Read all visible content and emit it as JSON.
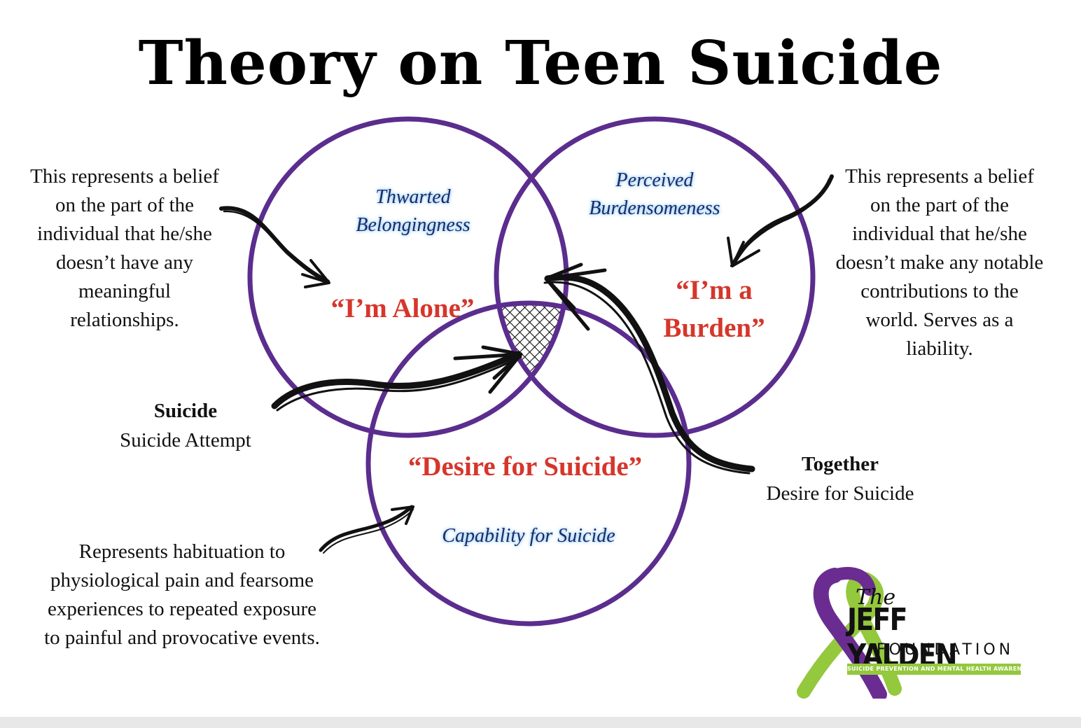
{
  "title": "Theory on Teen Suicide",
  "colors": {
    "circle": "#5b2d8e",
    "quote": "#d6362b",
    "italic_text": "#1e2a66",
    "ribbon_purple": "#6a2c91",
    "ribbon_green": "#94c83d"
  },
  "left_description": "This represents a belief on the part of the individual that he/she doesn’t have any meaningful relationships.",
  "right_description": "This represents a belief on the part of the individual that he/she doesn’t make any notable contributions to the world. Serves as a liability.",
  "bottom_description": "Represents habituation to physiological pain and fearsome experiences to repeated exposure to painful and provocative events.",
  "circles": {
    "left": {
      "name_line1": "Thwarted",
      "name_line2": "Belongingness",
      "quote": "“I’m Alone”"
    },
    "right": {
      "name_line1": "Perceived",
      "name_line2": "Burdensomeness",
      "quote_line1": "“I’m a",
      "quote_line2": "Burden”"
    },
    "bottom": {
      "name": "Capability for Suicide",
      "quote": "“Desire for Suicide”"
    }
  },
  "labels": {
    "suicide": {
      "title": "Suicide",
      "subtitle": "Suicide Attempt"
    },
    "together": {
      "title": "Together",
      "subtitle": "Desire for Suicide"
    }
  },
  "logo": {
    "the": "The",
    "name": "JEFF YALDEN",
    "foundation": "FOUNDATION",
    "tagline": "SUICIDE PREVENTION AND MENTAL HEALTH AWARENESS"
  }
}
